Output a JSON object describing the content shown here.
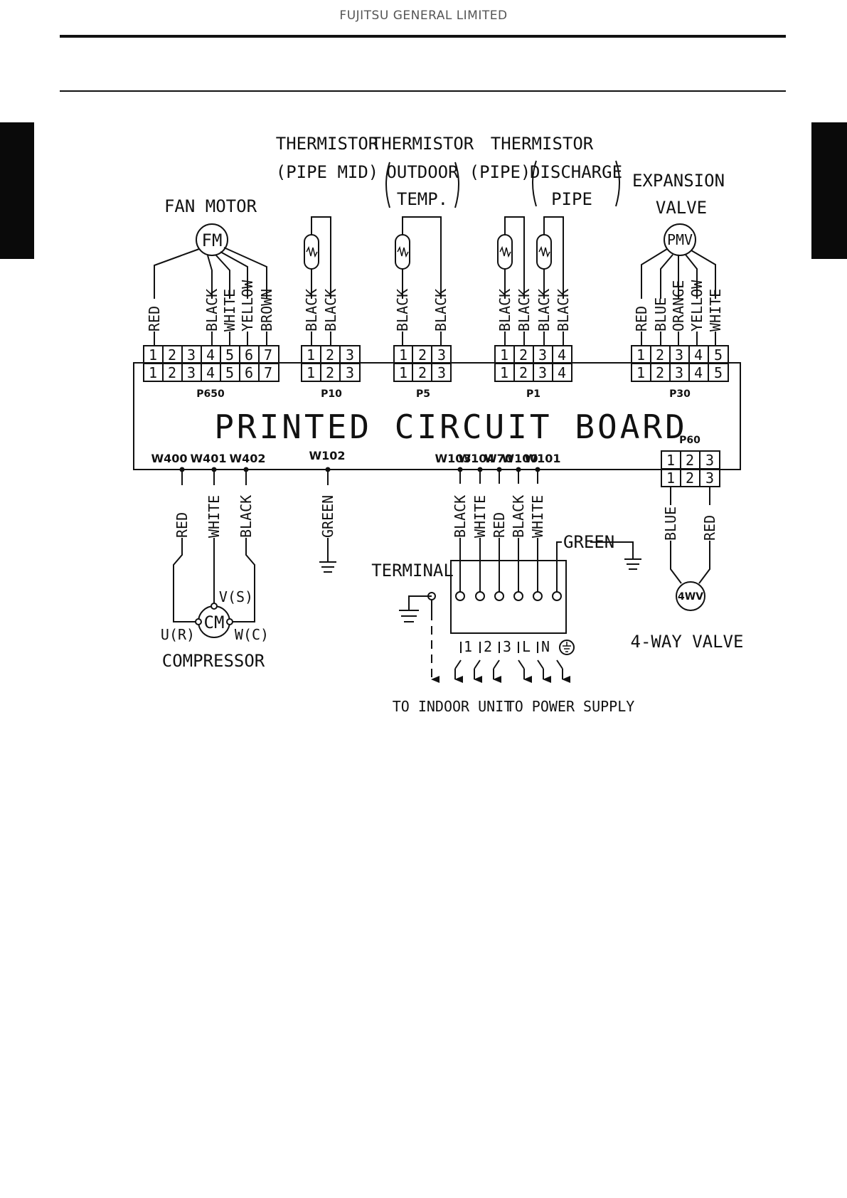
{
  "header": {
    "company": "FUJITSU GENERAL LIMITED"
  },
  "diagram": {
    "components": {
      "fan_motor": "FAN MOTOR",
      "fan_motor_symbol": "FM",
      "thermistor_pipe_mid": [
        "THERMISTOR",
        "(PIPE MID)"
      ],
      "thermistor_outdoor": [
        "THERMISTOR",
        "OUTDOOR",
        "TEMP."
      ],
      "thermistor_pipe_discharge": [
        "THERMISTOR",
        "(PIPE)",
        "DISCHARGE",
        "PIPE"
      ],
      "expansion_valve": [
        "EXPANSION",
        "VALVE"
      ],
      "expansion_valve_symbol": "PMV",
      "pcb": "PRINTED CIRCUIT BOARD",
      "compressor": "COMPRESSOR",
      "compressor_symbol": "CM",
      "compressor_terminals": [
        "U(R)",
        "V(S)",
        "W(C)"
      ],
      "terminal": "TERMINAL",
      "four_way_valve": "4-WAY VALVE",
      "four_way_valve_symbol": "4WV",
      "to_indoor": "TO INDOOR UNIT",
      "to_power": "TO POWER SUPPLY",
      "terminal_labels": [
        "1",
        "2",
        "3",
        "L",
        "N"
      ]
    },
    "connectors": {
      "P650": {
        "label": "P650",
        "pins": [
          "1",
          "2",
          "3",
          "4",
          "5",
          "6",
          "7"
        ]
      },
      "P10": {
        "label": "P10",
        "pins": [
          "1",
          "2",
          "3"
        ]
      },
      "P5": {
        "label": "P5",
        "pins": [
          "1",
          "2",
          "3"
        ]
      },
      "P1": {
        "label": "P1",
        "pins": [
          "1",
          "2",
          "3",
          "4"
        ]
      },
      "P30": {
        "label": "P30",
        "pins": [
          "1",
          "2",
          "3",
          "4",
          "5"
        ]
      },
      "P60": {
        "label": "P60",
        "pins": [
          "1",
          "2",
          "3"
        ]
      }
    },
    "wire_ids": [
      "W400",
      "W401",
      "W402",
      "W102",
      "W103",
      "W104",
      "W70",
      "W100",
      "W101"
    ],
    "wire_colors": {
      "fan": [
        "RED",
        "BLACK",
        "WHITE",
        "YELLOW",
        "BROWN"
      ],
      "p10": [
        "BLACK",
        "BLACK"
      ],
      "p5": [
        "BLACK",
        "BLACK"
      ],
      "p1": [
        "BLACK",
        "BLACK",
        "BLACK",
        "BLACK"
      ],
      "p30": [
        "RED",
        "BLUE",
        "ORANGE",
        "YELLOW",
        "WHITE"
      ],
      "comp": [
        "RED",
        "WHITE",
        "BLACK"
      ],
      "ground": "GREEN",
      "terminal": [
        "BLACK",
        "WHITE",
        "RED",
        "BLACK",
        "WHITE"
      ],
      "terminal_ground": "GREEN",
      "fourway": [
        "BLUE",
        "RED"
      ]
    }
  }
}
